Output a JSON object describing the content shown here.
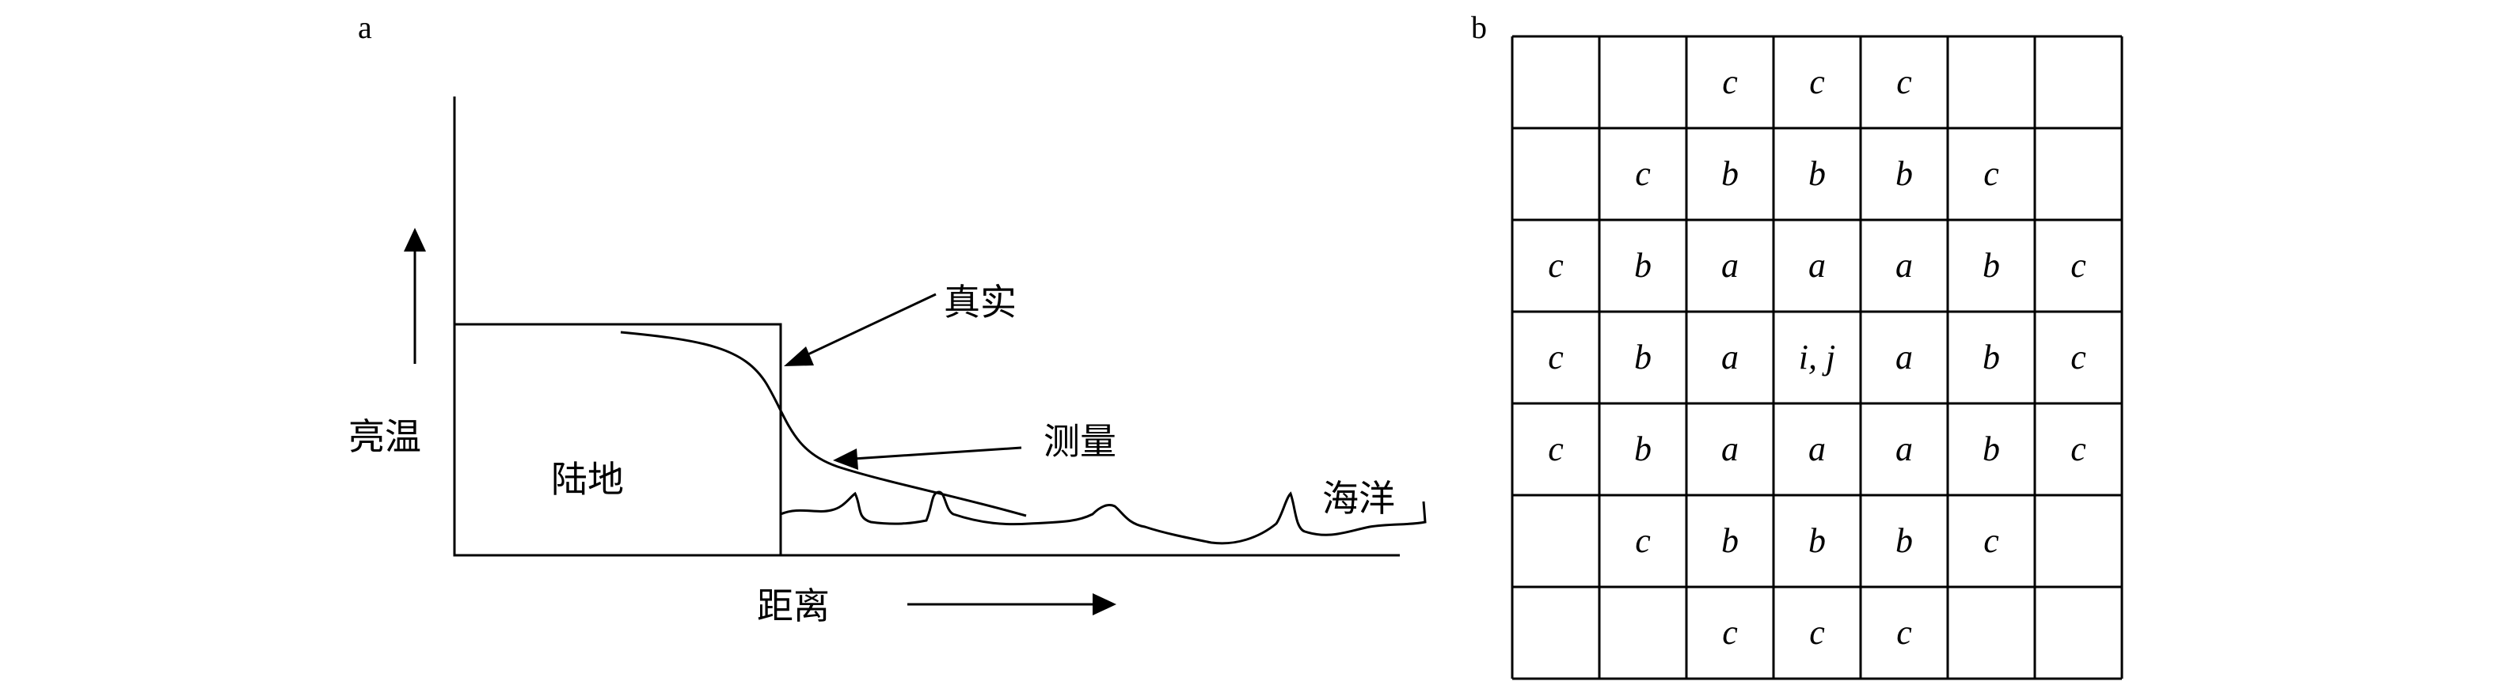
{
  "panel_a": {
    "panel_label": "a",
    "y_axis_label": "亮温",
    "x_axis_label": "距离",
    "land_label": "陆地",
    "ocean_label": "海洋",
    "true_label": "真实",
    "measured_label": "测量"
  },
  "panel_b": {
    "panel_label": "b",
    "grid": [
      [
        "",
        "",
        "c",
        "c",
        "c",
        "",
        ""
      ],
      [
        "",
        "c",
        "b",
        "b",
        "b",
        "c",
        ""
      ],
      [
        "c",
        "b",
        "a",
        "a",
        "a",
        "b",
        "c"
      ],
      [
        "c",
        "b",
        "a",
        "i, j",
        "a",
        "b",
        "c"
      ],
      [
        "c",
        "b",
        "a",
        "a",
        "a",
        "b",
        "c"
      ],
      [
        "",
        "c",
        "b",
        "b",
        "b",
        "c",
        ""
      ],
      [
        "",
        "",
        "c",
        "c",
        "c",
        "",
        ""
      ]
    ]
  }
}
